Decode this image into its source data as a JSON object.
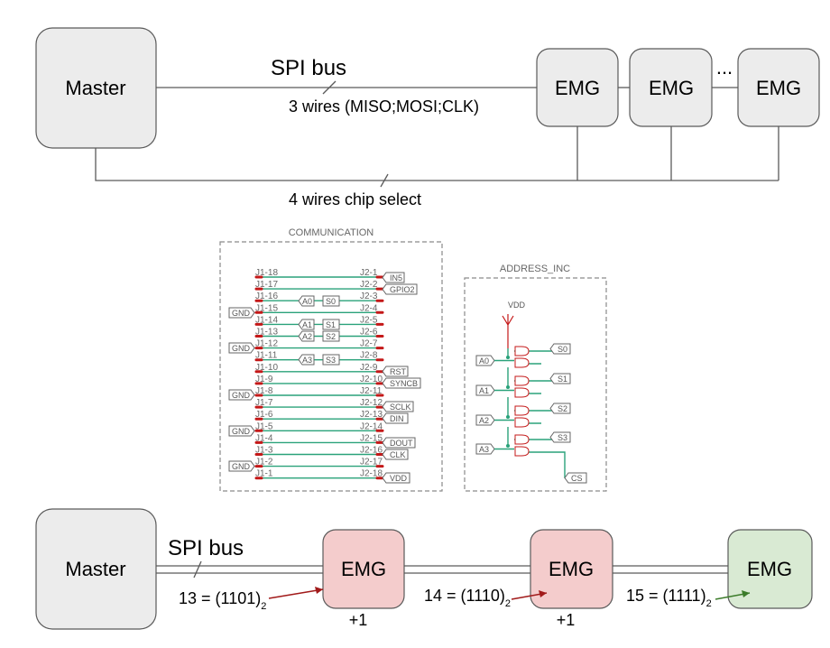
{
  "top_diagram": {
    "master_label": "Master",
    "bus_title": "SPI bus",
    "bus_wires": "3 wires (MISO;MOSI;CLK)",
    "cs_wires": "4 wires chip select",
    "emg_labels": [
      "EMG",
      "EMG",
      "EMG"
    ],
    "ellipsis": "..."
  },
  "communication_panel": {
    "title": "COMMUNICATION",
    "left_pins": [
      "J1-18",
      "J1-17",
      "J1-16",
      "J1-15",
      "J1-14",
      "J1-13",
      "J1-12",
      "J1-11",
      "J1-10",
      "J1-9",
      "J1-8",
      "J1-7",
      "J1-6",
      "J1-5",
      "J1-4",
      "J1-3",
      "J1-2",
      "J1-1"
    ],
    "right_pins": [
      "J2-1",
      "J2-2",
      "J2-3",
      "J2-4",
      "J2-5",
      "J2-6",
      "J2-7",
      "J2-8",
      "J2-9",
      "J2-10",
      "J2-11",
      "J2-12",
      "J2-13",
      "J2-14",
      "J2-15",
      "J2-16",
      "J2-17",
      "J2-18"
    ],
    "right_tags": [
      "IN5",
      "GPIO2",
      "RST",
      "SYNCB",
      "SCLK",
      "DIN",
      "DOUT",
      "CLK",
      "VDD"
    ],
    "a_tags": [
      "A0",
      "A1",
      "A2",
      "A3"
    ],
    "s_tags": [
      "S0",
      "S1",
      "S2",
      "S3"
    ],
    "gnd_tags": [
      "GND",
      "GND",
      "GND",
      "GND",
      "GND"
    ]
  },
  "address_panel": {
    "title": "ADDRESS_INC",
    "vdd": "VDD",
    "inputs": [
      "A0",
      "A1",
      "A2",
      "A3"
    ],
    "outputs": [
      "S0",
      "S1",
      "S2",
      "S3"
    ],
    "cs": "CS"
  },
  "bottom_diagram": {
    "master_label": "Master",
    "bus_title": "SPI bus",
    "emg_labels": [
      "EMG",
      "EMG",
      "EMG"
    ],
    "addresses": [
      {
        "value": "13 = (1101)",
        "sub": "2"
      },
      {
        "value": "14 = (1110)",
        "sub": "2"
      },
      {
        "value": "15 = (1111)",
        "sub": "2"
      }
    ],
    "increments": [
      "+1",
      "+1"
    ]
  },
  "colors": {
    "box_gray": "#ececec",
    "box_red": "#f4cccc",
    "box_green": "#d9ead3",
    "trace_green": "#2aa27a",
    "pad_red": "#c41818"
  }
}
